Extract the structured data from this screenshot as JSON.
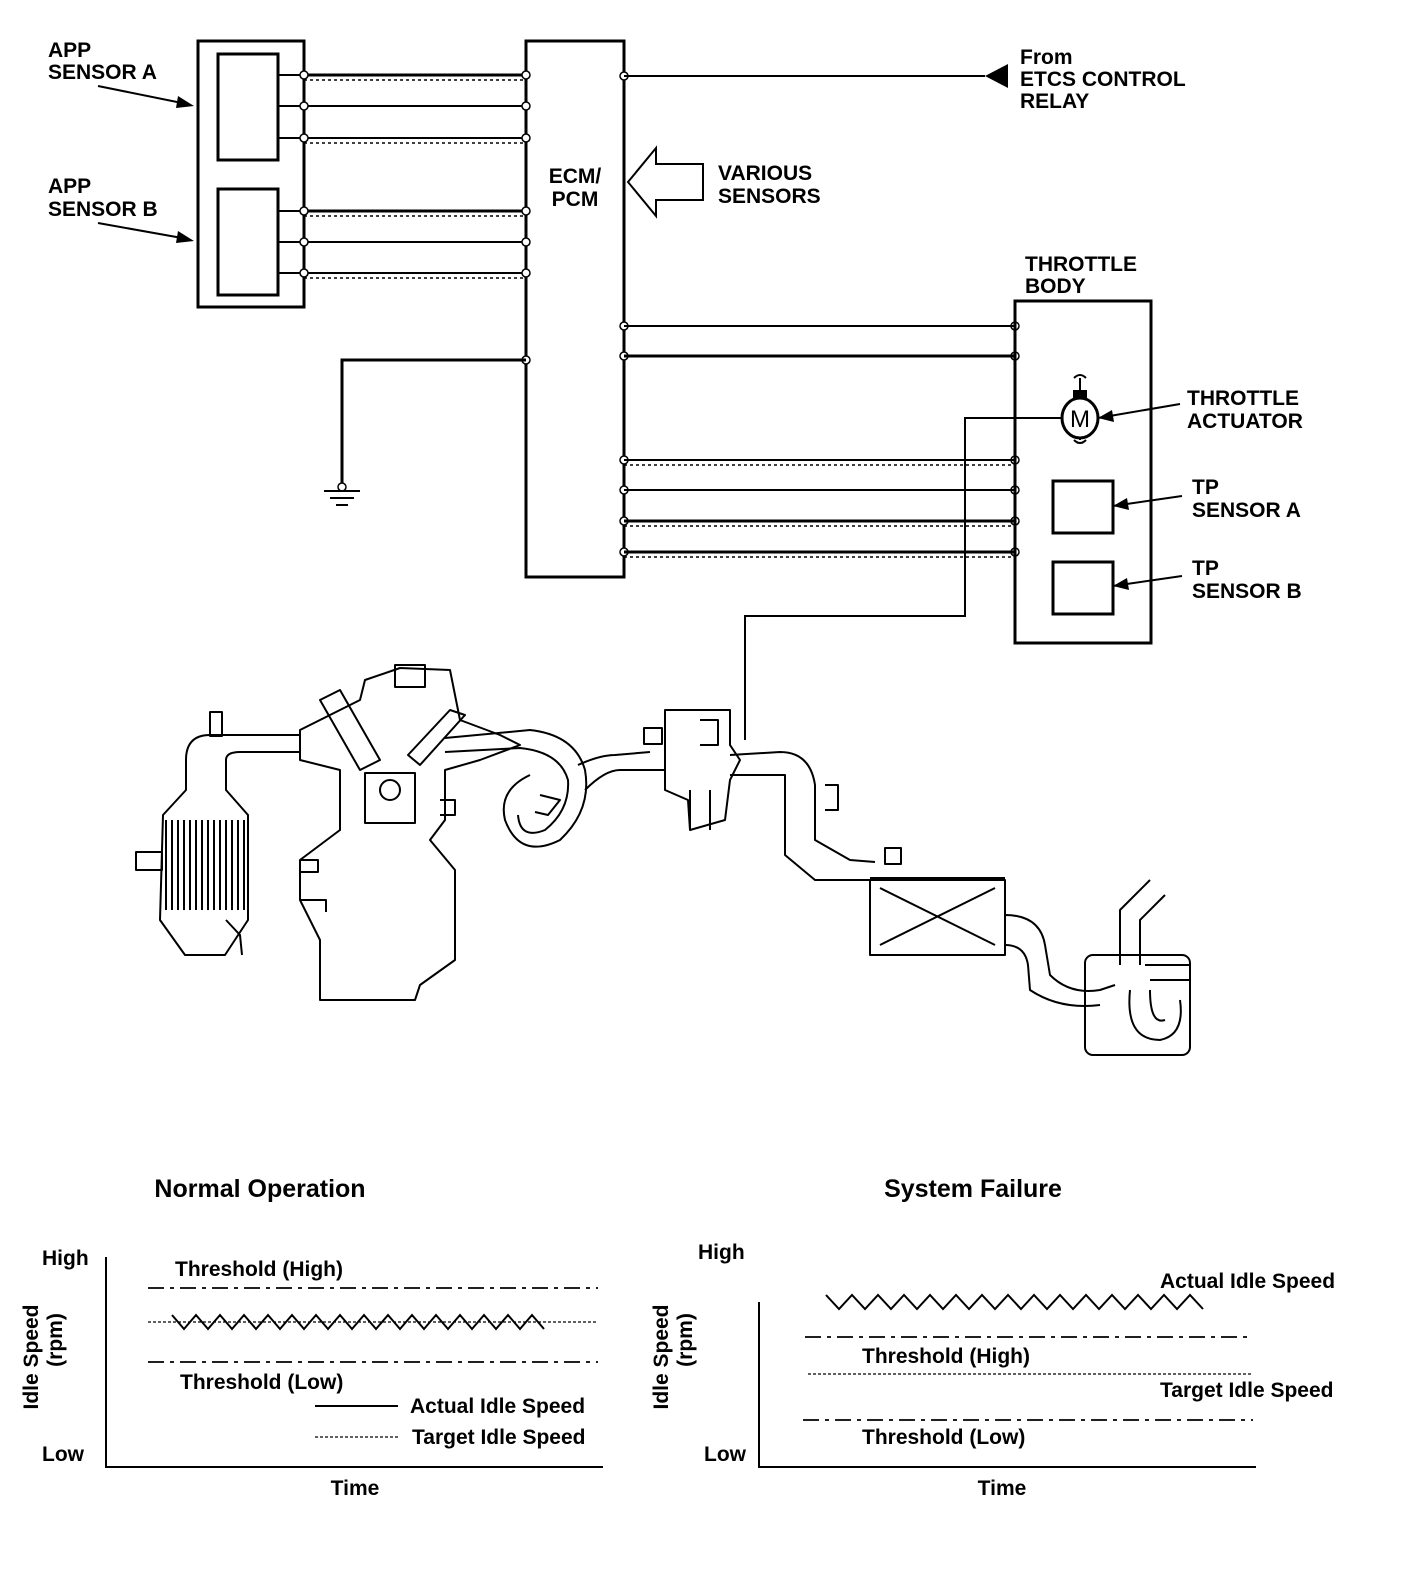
{
  "labels": {
    "app_sensor_a": [
      "APP",
      "SENSOR A"
    ],
    "app_sensor_b": [
      "APP",
      "SENSOR B"
    ],
    "ecm": [
      "ECM/",
      "PCM"
    ],
    "various_sensors": [
      "VARIOUS",
      "SENSORS"
    ],
    "from_relay": [
      "From",
      "ETCS CONTROL",
      "RELAY"
    ],
    "throttle_body": [
      "THROTTLE",
      "BODY"
    ],
    "throttle_actuator": [
      "THROTTLE",
      "ACTUATOR"
    ],
    "motor_symbol": "M",
    "tp_sensor_a": [
      "TP",
      "SENSOR A"
    ],
    "tp_sensor_b": [
      "TP",
      "SENSOR B"
    ]
  },
  "charts": {
    "normal": {
      "title": "Normal Operation",
      "y_high": "High",
      "y_low": "Low",
      "ylabel": [
        "Idle Speed",
        "(rpm)"
      ],
      "xlabel": "Time",
      "threshold_high": "Threshold (High)",
      "threshold_low": "Threshold (Low)",
      "legend_actual": "Actual Idle Speed",
      "legend_target": "Target Idle Speed"
    },
    "failure": {
      "title": "System Failure",
      "y_high": "High",
      "y_low": "Low",
      "ylabel": [
        "Idle Speed",
        "(rpm)"
      ],
      "xlabel": "Time",
      "actual": "Actual Idle Speed",
      "threshold_high": "Threshold (High)",
      "target": "Target Idle Speed",
      "threshold_low": "Threshold (Low)"
    }
  }
}
